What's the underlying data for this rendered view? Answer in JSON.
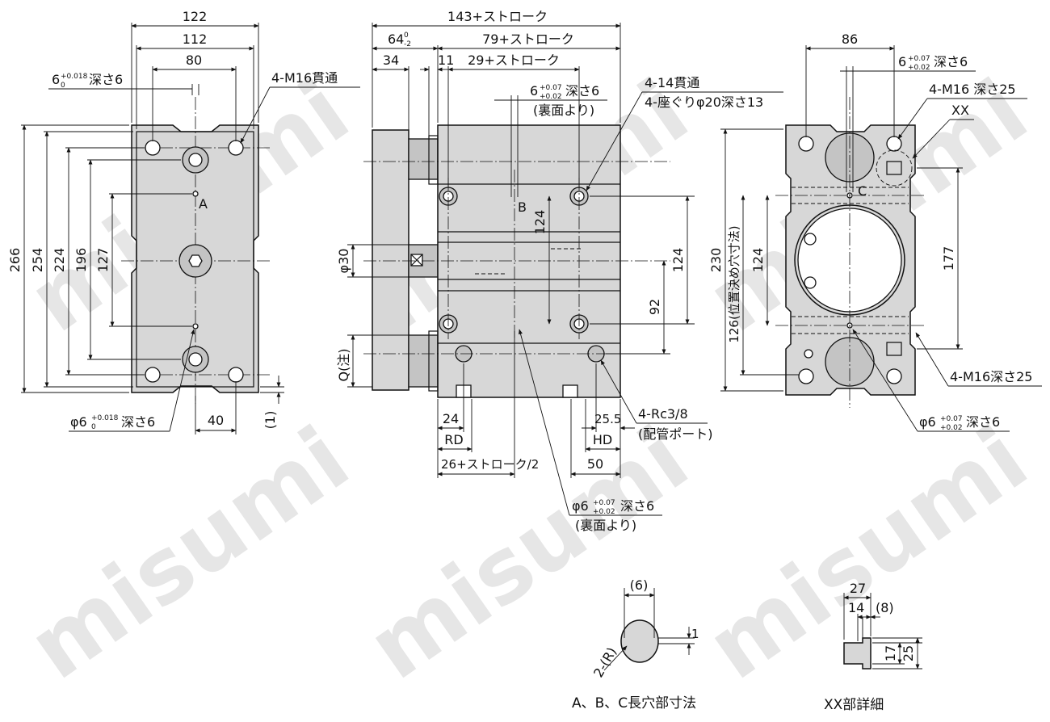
{
  "watermark": "misumi",
  "captions": {
    "slot_detail": "A、B、C長穴部寸法",
    "xx_detail": "XX部詳細"
  },
  "left_view": {
    "dims_top": [
      "122",
      "112",
      "80"
    ],
    "hole_top": [
      "6",
      "+0.018",
      "0",
      "深さ6"
    ],
    "thread": "4-M16貫通",
    "dims_left": [
      "266",
      "254",
      "224",
      "196",
      "127"
    ],
    "label_a": "A",
    "hole_bottom": [
      "φ6",
      "+0.018",
      "0",
      "深さ6"
    ],
    "dim_40": "40",
    "dim_1": "(1)"
  },
  "middle_view": {
    "overall": "143+ストローク",
    "d64": [
      "64",
      "0",
      "-2"
    ],
    "d79": "79+ストローク",
    "d34": "34",
    "d11": "11",
    "d29": "29+ストローク",
    "hole_top": [
      "6",
      "+0.07",
      "+0.02",
      "深さ6"
    ],
    "hole_top_note": "(裏面より)",
    "holes_note": [
      "4-14貫通",
      "4-座ぐりφ20深さ13"
    ],
    "label_b": "B",
    "d124_inner": "124",
    "d124_right": "124",
    "d92": "92",
    "phi30": "φ30",
    "q": "Q(注)",
    "d24": "24",
    "rd": "RD",
    "d26": "26+ストローク/2",
    "d25_5": "25.5",
    "hd": "HD",
    "d50": "50",
    "port": [
      "4-Rc3/8",
      "(配管ポート)"
    ],
    "hole_bottom": [
      "φ6",
      "+0.07",
      "+0.02",
      "深さ6"
    ],
    "hole_bottom_note": "(裏面より)"
  },
  "right_view": {
    "d86": "86",
    "hole_top": [
      "6",
      "+0.07",
      "+0.02",
      "深さ6"
    ],
    "thread_top": "4-M16 深さ25",
    "xx": "XX",
    "label_c": "C",
    "d230": "230",
    "d126": "126(位置決め穴寸法)",
    "d124": "124",
    "d177": "177",
    "thread_bottom": "4-M16深さ25",
    "hole_bottom": [
      "φ6",
      "+0.07",
      "+0.02",
      "深さ6"
    ]
  },
  "slot_detail": {
    "d6": "(6)",
    "r": "2-(R)",
    "d1": "1"
  },
  "xx_detail": {
    "d27": "27",
    "d14": "14",
    "d8": "(8)",
    "d17": "17",
    "d25": "25"
  }
}
